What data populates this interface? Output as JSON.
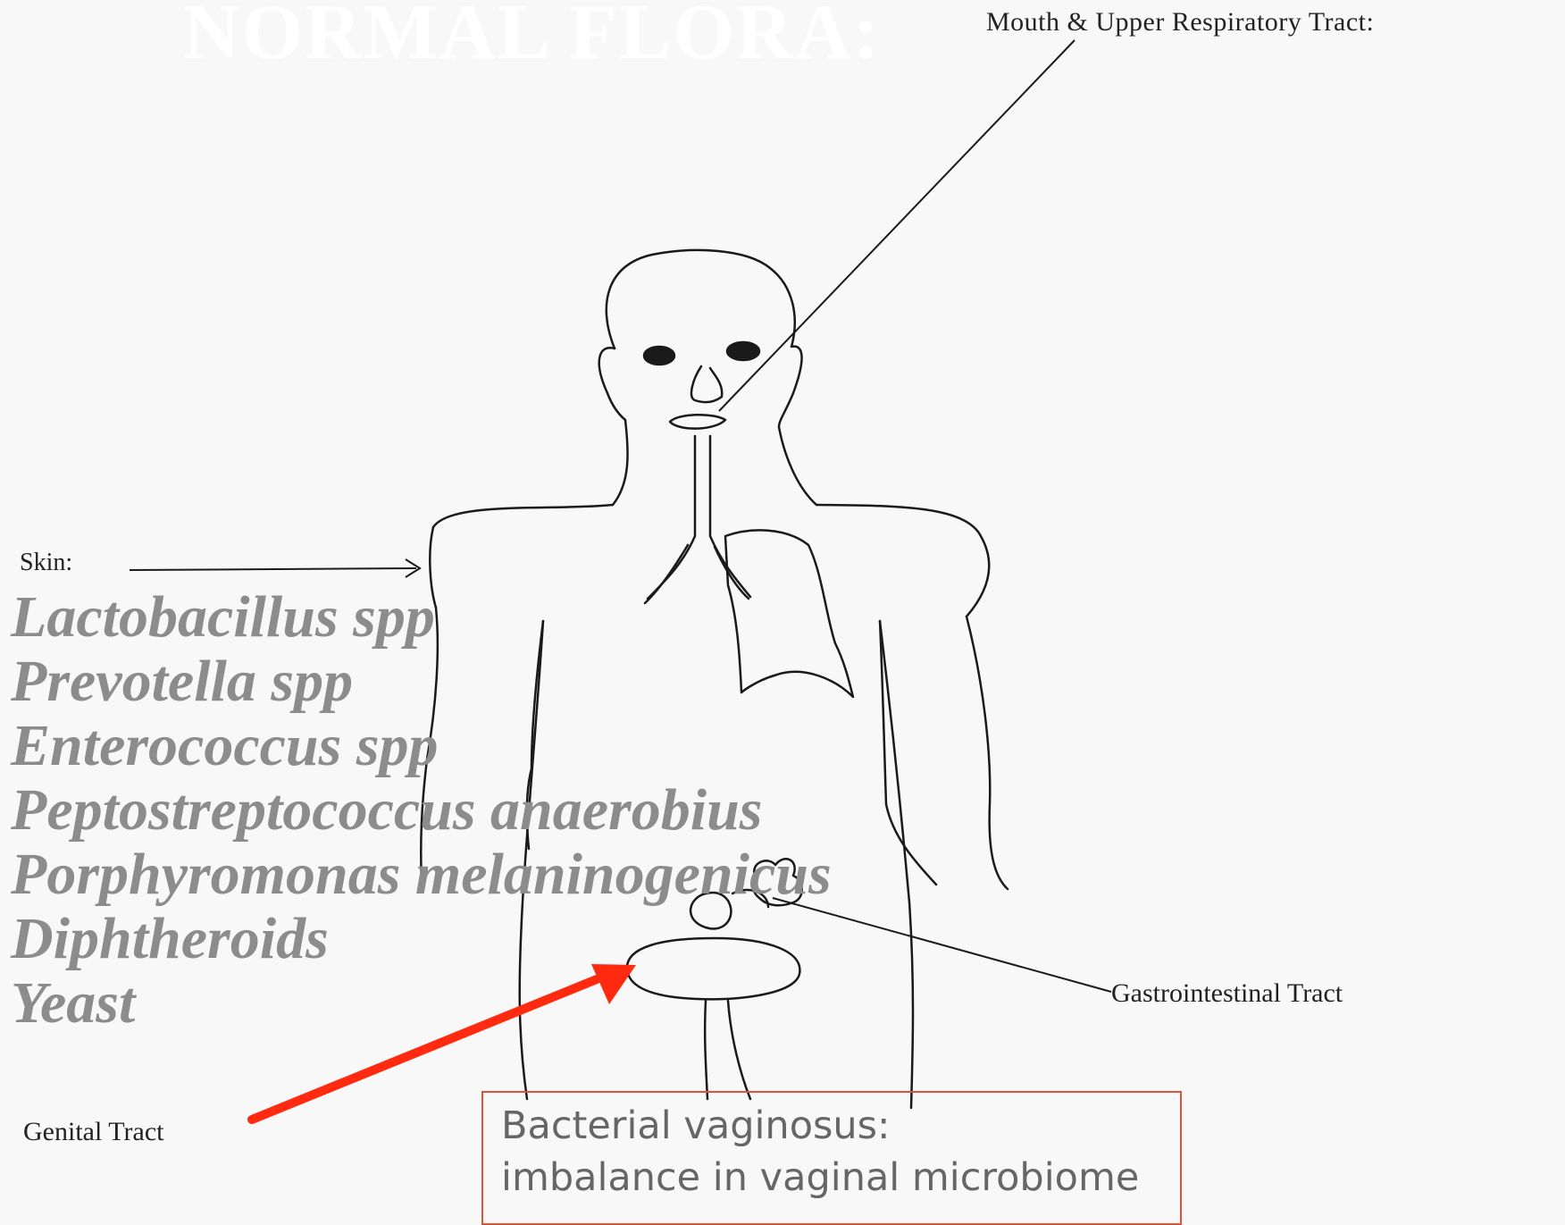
{
  "title": "NORMAL FLORA:",
  "labels": {
    "mouth": "Mouth & Upper Respiratory Tract:",
    "skin": "Skin:",
    "gastrointestinal": "Gastrointestinal Tract",
    "genital": "Genital Tract"
  },
  "organisms": [
    "Lactobacillus spp",
    "Prevotella spp",
    "Enterococcus spp",
    "Peptostreptococcus anaerobius",
    "Porphyromonas melaninogenicus",
    "Diphtheroids",
    "Yeast"
  ],
  "callout": {
    "line1": "Bacterial vaginosus:",
    "line2": "imbalance in vaginal microbiome"
  },
  "colors": {
    "background": "#f8f8f8",
    "line_art": "#1a1a1a",
    "organism_text": "#8c8c8c",
    "callout_border": "#e0533a",
    "callout_text": "#666666",
    "arrow": "#ff2a10",
    "title": "#ffffff"
  }
}
